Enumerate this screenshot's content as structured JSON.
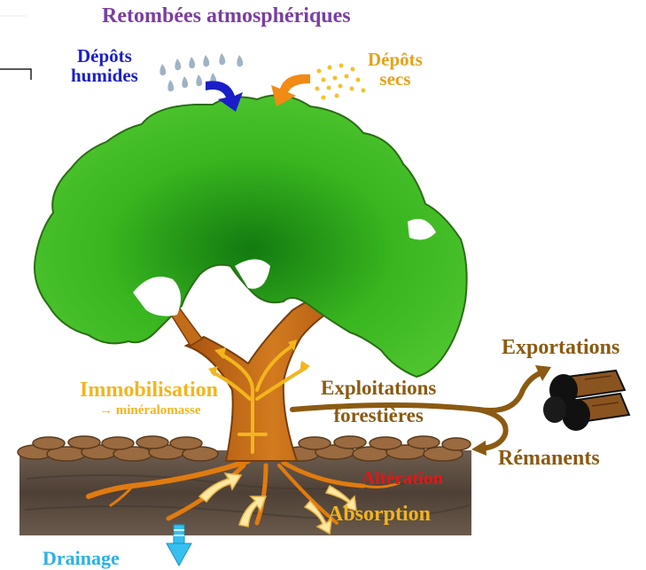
{
  "title": "Retombées atmosphériques",
  "wet_deposits": {
    "line1": "Dépôts",
    "line2": "humides"
  },
  "dry_deposits": {
    "line1": "Dépôts",
    "line2": "secs"
  },
  "immobilisation": {
    "label": "Immobilisation",
    "sub": "→ minéralomasse"
  },
  "exploitations": {
    "line1": "Exploitations",
    "line2": "forestières"
  },
  "exportations": "Exportations",
  "remanents": "Rémanents",
  "alteration": "Altération",
  "absorption": "Absorption",
  "drainage": "Drainage",
  "colors": {
    "title": "#7a3ea1",
    "wet": "#1b1ec8",
    "dry": "#e3a21a",
    "nutrient_flow": "#f3b51d",
    "harvest": "#8b5a12",
    "alteration": "#e01818",
    "drainage": "#2ab1e6",
    "foliage": "#39b81e",
    "trunk": "#c06c1a",
    "soil": "#5a4a3e"
  }
}
